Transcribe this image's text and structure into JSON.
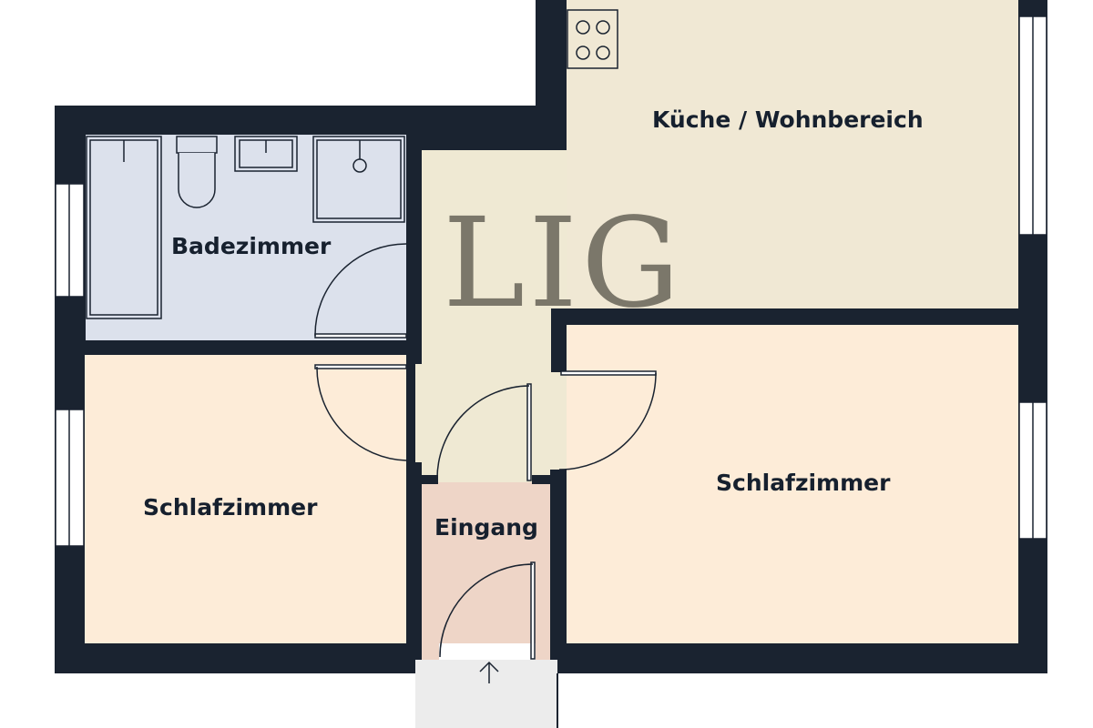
{
  "floorplan": {
    "rooms": [
      {
        "id": "kitchen-living",
        "label": "Küche / Wohnbereich",
        "fill": "#f0e8d4"
      },
      {
        "id": "bathroom",
        "label": "Badezimmer",
        "fill": "#dce1ec"
      },
      {
        "id": "bedroom-left",
        "label": "Schlafzimmer",
        "fill": "#fdecd8"
      },
      {
        "id": "bedroom-right",
        "label": "Schlafzimmer",
        "fill": "#fdecd8"
      },
      {
        "id": "entrance",
        "label": "Eingang",
        "fill": "#eed5c7"
      }
    ],
    "hallway_fill": "#efe9d3",
    "wall_color": "#1a2330",
    "outside_path_fill": "#ececec",
    "watermark": "LIG"
  }
}
